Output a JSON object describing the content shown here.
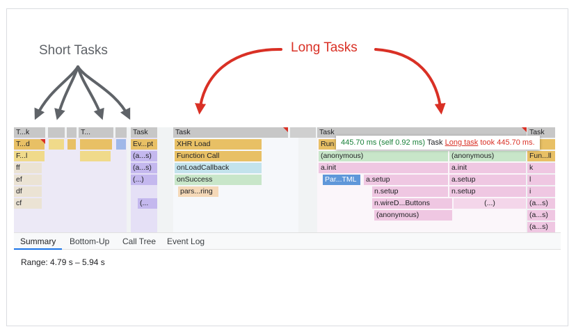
{
  "annotations": {
    "short_tasks": "Short Tasks",
    "long_tasks": "Long Tasks"
  },
  "colors": {
    "task": "#c7c7c7",
    "loading": "#e8c065",
    "scripting": "#f0da8a",
    "rendering": "#c4b8ee",
    "callback": "#c8e6c9",
    "info": "#c3e3ec",
    "pink": "#efc7e2",
    "blue": "#5f97d9",
    "accent": "#1a73e8",
    "warning": "#d93025"
  },
  "flame": {
    "labels": {
      "t_k": "T...k",
      "t_d": "T...d",
      "f_l": "F...l",
      "ff": "ff",
      "ef": "ef",
      "df": "df",
      "cf": "cf",
      "t_dots": "T...",
      "task": "Task",
      "ev_pt": "Ev...pt",
      "a_s": "(a...s)",
      "paren_dots": "(...)",
      "paren_short": "(...",
      "xhr_load": "XHR Load",
      "function_call": "Function Call",
      "onload_callback": "onLoadCallback",
      "on_success": "onSuccess",
      "pars_ring": "pars...ring",
      "run": "Run",
      "anonymous": "(anonymous)",
      "a_init": "a.init",
      "par_tml": "Par...TML",
      "a_setup": "a.setup",
      "n_setup": "n.setup",
      "n_wire": "n.wireD...Buttons",
      "fun_ll": "Fun...ll",
      "k": "k",
      "l": "l",
      "i": "i"
    }
  },
  "tooltip": {
    "ms": "445.70 ms (self 0.92 ms)",
    "task": "Task",
    "long_task": "Long task",
    "took": "took 445.70 ms."
  },
  "tabs": [
    {
      "label": "Summary",
      "active": true
    },
    {
      "label": "Bottom-Up"
    },
    {
      "label": "Call Tree"
    },
    {
      "label": "Event Log"
    }
  ],
  "summary": {
    "range": "Range: 4.79 s – 5.94 s"
  }
}
